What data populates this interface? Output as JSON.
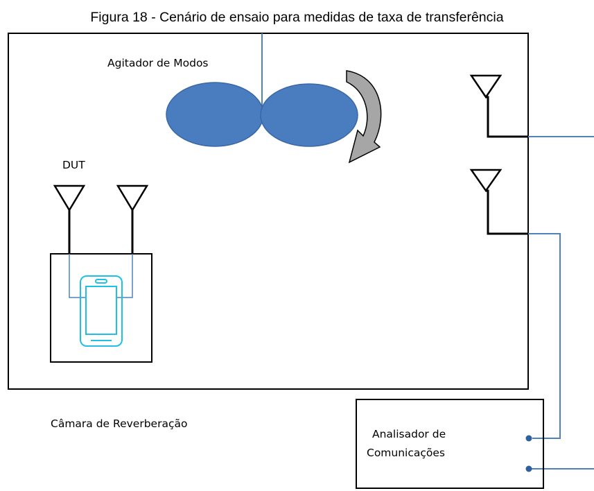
{
  "figure": {
    "caption": "Figura 18 - Cenário de ensaio para medidas de taxa de transferência"
  },
  "labels": {
    "mode_stirrer": "Agitador de Modos",
    "dut": "DUT",
    "chamber": "Câmara de Reverberação",
    "analyzer_line1": "Analisador de",
    "analyzer_line2": "Comunicações"
  },
  "colors": {
    "stirrer_blue": "#4a7cc0",
    "cable_blue": "#4f81bd",
    "phone_cyan": "#1fc0e8",
    "arrow_gray": "#a6a6a6",
    "outline": "#000000"
  },
  "icons": {
    "antenna": "antenna-icon",
    "phone": "mobile-phone-icon",
    "rotation": "curved-arrow-icon",
    "port": "connector-port-icon"
  }
}
